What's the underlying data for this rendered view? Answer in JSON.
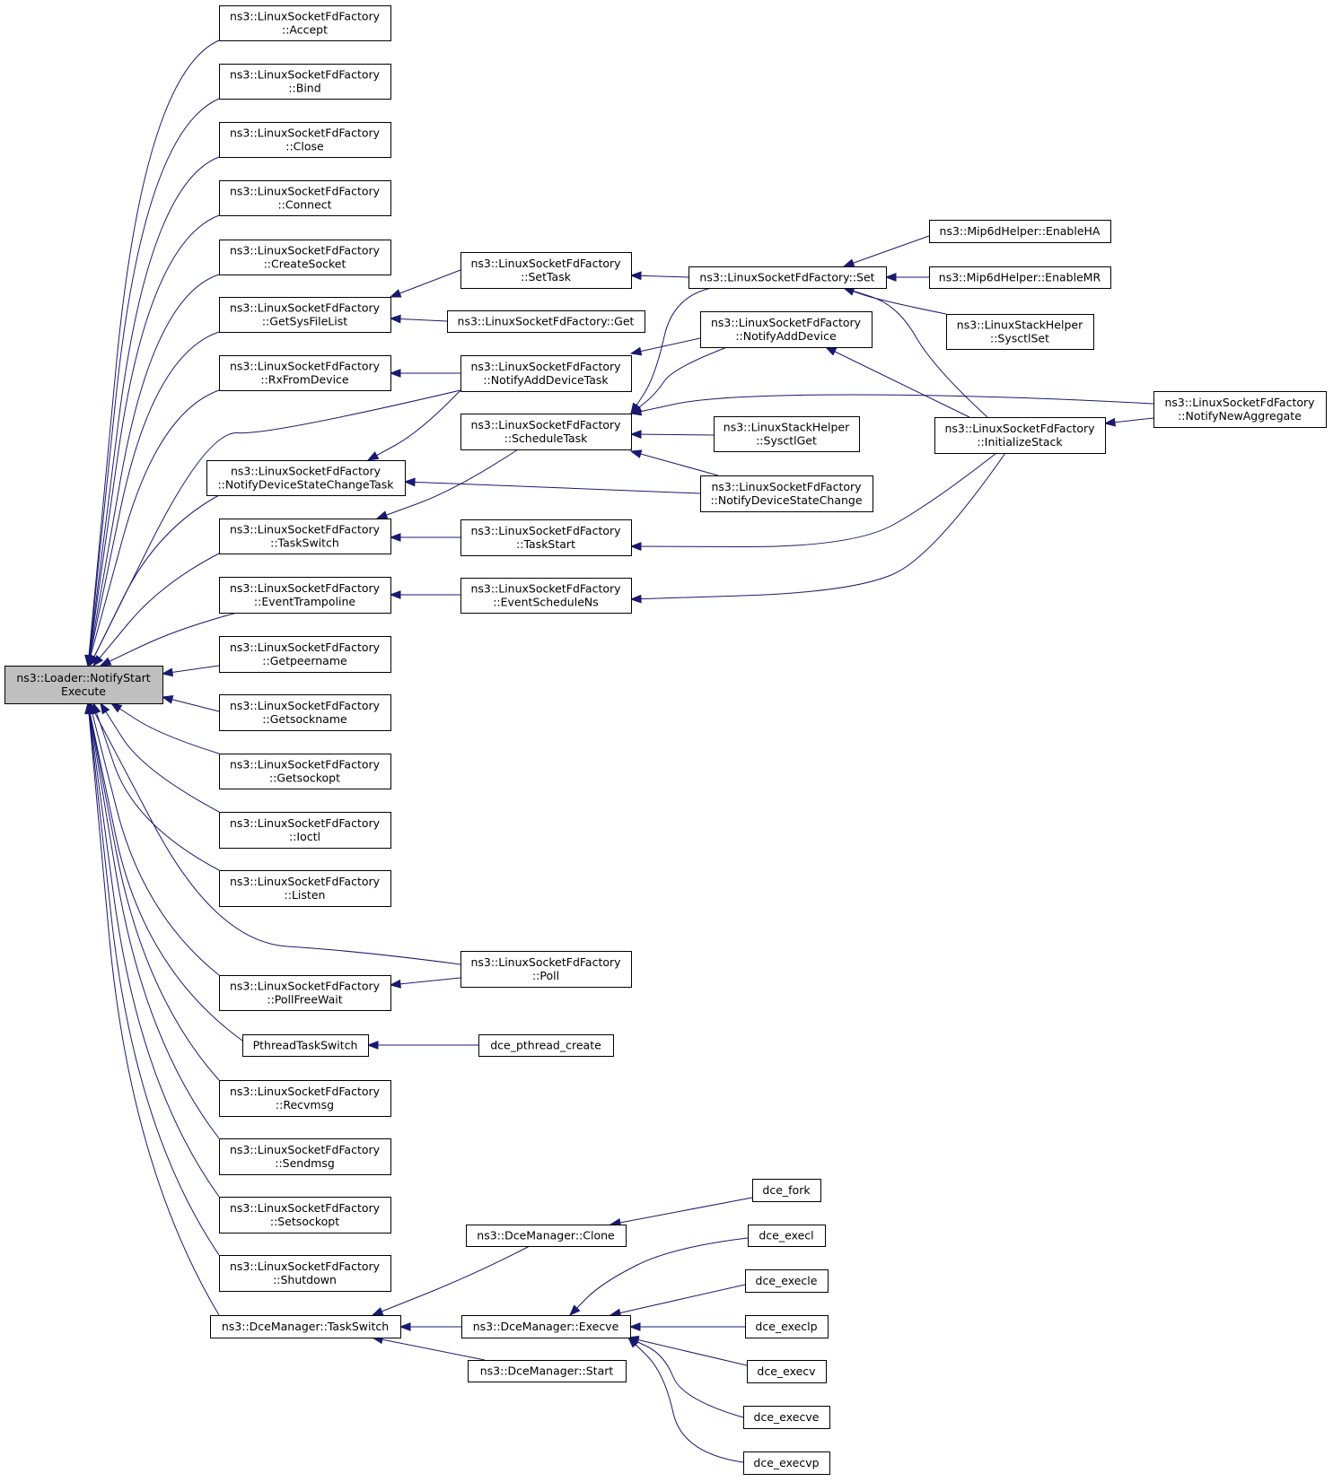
{
  "title": "",
  "nodes": [
    {
      "id": "root",
      "lines": [
        "ns3::Loader::NotifyStart",
        "Execute"
      ],
      "highlight": true
    },
    {
      "id": "accept",
      "lines": [
        "ns3::LinuxSocketFdFactory",
        "::Accept"
      ]
    },
    {
      "id": "bind",
      "lines": [
        "ns3::LinuxSocketFdFactory",
        "::Bind"
      ]
    },
    {
      "id": "close",
      "lines": [
        "ns3::LinuxSocketFdFactory",
        "::Close"
      ]
    },
    {
      "id": "connect",
      "lines": [
        "ns3::LinuxSocketFdFactory",
        "::Connect"
      ]
    },
    {
      "id": "createsocket",
      "lines": [
        "ns3::LinuxSocketFdFactory",
        "::CreateSocket"
      ]
    },
    {
      "id": "getsysfilelist",
      "lines": [
        "ns3::LinuxSocketFdFactory",
        "::GetSysFileList"
      ]
    },
    {
      "id": "rxfromdevice",
      "lines": [
        "ns3::LinuxSocketFdFactory",
        "::RxFromDevice"
      ]
    },
    {
      "id": "notifydevicestatechangetask",
      "lines": [
        "ns3::LinuxSocketFdFactory",
        "::NotifyDeviceStateChangeTask"
      ]
    },
    {
      "id": "taskswitch",
      "lines": [
        "ns3::LinuxSocketFdFactory",
        "::TaskSwitch"
      ]
    },
    {
      "id": "eventtrampoline",
      "lines": [
        "ns3::LinuxSocketFdFactory",
        "::EventTrampoline"
      ]
    },
    {
      "id": "getpeername",
      "lines": [
        "ns3::LinuxSocketFdFactory",
        "::Getpeername"
      ]
    },
    {
      "id": "getsockname",
      "lines": [
        "ns3::LinuxSocketFdFactory",
        "::Getsockname"
      ]
    },
    {
      "id": "getsockopt",
      "lines": [
        "ns3::LinuxSocketFdFactory",
        "::Getsockopt"
      ]
    },
    {
      "id": "ioctl",
      "lines": [
        "ns3::LinuxSocketFdFactory",
        "::Ioctl"
      ]
    },
    {
      "id": "listen",
      "lines": [
        "ns3::LinuxSocketFdFactory",
        "::Listen"
      ]
    },
    {
      "id": "pollfreewait",
      "lines": [
        "ns3::LinuxSocketFdFactory",
        "::PollFreeWait"
      ]
    },
    {
      "id": "pthreadtaskswitch",
      "lines": [
        "PthreadTaskSwitch"
      ]
    },
    {
      "id": "recvmsg",
      "lines": [
        "ns3::LinuxSocketFdFactory",
        "::Recvmsg"
      ]
    },
    {
      "id": "sendmsg",
      "lines": [
        "ns3::LinuxSocketFdFactory",
        "::Sendmsg"
      ]
    },
    {
      "id": "setsockopt",
      "lines": [
        "ns3::LinuxSocketFdFactory",
        "::Setsockopt"
      ]
    },
    {
      "id": "shutdown",
      "lines": [
        "ns3::LinuxSocketFdFactory",
        "::Shutdown"
      ]
    },
    {
      "id": "dcetaskswitch",
      "lines": [
        "ns3::DceManager::TaskSwitch"
      ]
    },
    {
      "id": "settask",
      "lines": [
        "ns3::LinuxSocketFdFactory",
        "::SetTask"
      ]
    },
    {
      "id": "get",
      "lines": [
        "ns3::LinuxSocketFdFactory::Get"
      ]
    },
    {
      "id": "notifyadddevicetask",
      "lines": [
        "ns3::LinuxSocketFdFactory",
        "::NotifyAddDeviceTask"
      ]
    },
    {
      "id": "scheduletask",
      "lines": [
        "ns3::LinuxSocketFdFactory",
        "::ScheduleTask"
      ]
    },
    {
      "id": "taskstart",
      "lines": [
        "ns3::LinuxSocketFdFactory",
        "::TaskStart"
      ]
    },
    {
      "id": "eventschedulens",
      "lines": [
        "ns3::LinuxSocketFdFactory",
        "::EventScheduleNs"
      ]
    },
    {
      "id": "poll",
      "lines": [
        "ns3::LinuxSocketFdFactory",
        "::Poll"
      ]
    },
    {
      "id": "dce_pthread_create",
      "lines": [
        "dce_pthread_create"
      ]
    },
    {
      "id": "clone",
      "lines": [
        "ns3::DceManager::Clone"
      ]
    },
    {
      "id": "execve",
      "lines": [
        "ns3::DceManager::Execve"
      ]
    },
    {
      "id": "start",
      "lines": [
        "ns3::DceManager::Start"
      ]
    },
    {
      "id": "set",
      "lines": [
        "ns3::LinuxSocketFdFactory::Set"
      ]
    },
    {
      "id": "notifyadddevice",
      "lines": [
        "ns3::LinuxSocketFdFactory",
        "::NotifyAddDevice"
      ]
    },
    {
      "id": "sysctlget",
      "lines": [
        "ns3::LinuxStackHelper",
        "::SysctlGet"
      ]
    },
    {
      "id": "notifydevicestatechange",
      "lines": [
        "ns3::LinuxSocketFdFactory",
        "::NotifyDeviceStateChange"
      ]
    },
    {
      "id": "enableha",
      "lines": [
        "ns3::Mip6dHelper::EnableHA"
      ]
    },
    {
      "id": "enablemr",
      "lines": [
        "ns3::Mip6dHelper::EnableMR"
      ]
    },
    {
      "id": "sysctlset",
      "lines": [
        "ns3::LinuxStackHelper",
        "::SysctlSet"
      ]
    },
    {
      "id": "initializestack",
      "lines": [
        "ns3::LinuxSocketFdFactory",
        "::InitializeStack"
      ]
    },
    {
      "id": "notifynewaggregate",
      "lines": [
        "ns3::LinuxSocketFdFactory",
        "::NotifyNewAggregate"
      ]
    },
    {
      "id": "dce_fork",
      "lines": [
        "dce_fork"
      ]
    },
    {
      "id": "dce_execl",
      "lines": [
        "dce_execl"
      ]
    },
    {
      "id": "dce_execle",
      "lines": [
        "dce_execle"
      ]
    },
    {
      "id": "dce_execlp",
      "lines": [
        "dce_execlp"
      ]
    },
    {
      "id": "dce_execv",
      "lines": [
        "dce_execv"
      ]
    },
    {
      "id": "dce_execve",
      "lines": [
        "dce_execve"
      ]
    },
    {
      "id": "dce_execvp",
      "lines": [
        "dce_execvp"
      ]
    }
  ],
  "edges": [
    {
      "from": "accept",
      "to": "root"
    },
    {
      "from": "bind",
      "to": "root"
    },
    {
      "from": "close",
      "to": "root"
    },
    {
      "from": "connect",
      "to": "root"
    },
    {
      "from": "createsocket",
      "to": "root"
    },
    {
      "from": "getsysfilelist",
      "to": "root"
    },
    {
      "from": "rxfromdevice",
      "to": "root"
    },
    {
      "from": "notifyadddevicetask",
      "to": "root"
    },
    {
      "from": "notifydevicestatechangetask",
      "to": "root"
    },
    {
      "from": "taskswitch",
      "to": "root"
    },
    {
      "from": "eventtrampoline",
      "to": "root"
    },
    {
      "from": "getpeername",
      "to": "root"
    },
    {
      "from": "getsockname",
      "to": "root"
    },
    {
      "from": "getsockopt",
      "to": "root"
    },
    {
      "from": "ioctl",
      "to": "root"
    },
    {
      "from": "listen",
      "to": "root"
    },
    {
      "from": "poll",
      "to": "root"
    },
    {
      "from": "pollfreewait",
      "to": "root"
    },
    {
      "from": "pthreadtaskswitch",
      "to": "root"
    },
    {
      "from": "recvmsg",
      "to": "root"
    },
    {
      "from": "sendmsg",
      "to": "root"
    },
    {
      "from": "setsockopt",
      "to": "root"
    },
    {
      "from": "shutdown",
      "to": "root"
    },
    {
      "from": "dcetaskswitch",
      "to": "root"
    },
    {
      "from": "settask",
      "to": "getsysfilelist"
    },
    {
      "from": "get",
      "to": "getsysfilelist"
    },
    {
      "from": "notifyadddevicetask",
      "to": "rxfromdevice"
    },
    {
      "from": "scheduletask",
      "to": "notifydevicestatechangetask"
    },
    {
      "from": "notifydevicestatechange",
      "to": "notifydevicestatechangetask"
    },
    {
      "from": "scheduletask",
      "to": "taskswitch"
    },
    {
      "from": "taskstart",
      "to": "taskswitch"
    },
    {
      "from": "eventschedulens",
      "to": "eventtrampoline"
    },
    {
      "from": "poll",
      "to": "pollfreewait"
    },
    {
      "from": "dce_pthread_create",
      "to": "pthreadtaskswitch"
    },
    {
      "from": "clone",
      "to": "dcetaskswitch"
    },
    {
      "from": "execve",
      "to": "dcetaskswitch"
    },
    {
      "from": "start",
      "to": "dcetaskswitch"
    },
    {
      "from": "set",
      "to": "settask"
    },
    {
      "from": "notifyadddevice",
      "to": "notifyadddevicetask"
    },
    {
      "from": "set",
      "to": "scheduletask"
    },
    {
      "from": "notifyadddevice",
      "to": "scheduletask"
    },
    {
      "from": "notifynewaggregate",
      "to": "scheduletask"
    },
    {
      "from": "sysctlget",
      "to": "scheduletask"
    },
    {
      "from": "notifydevicestatechange",
      "to": "scheduletask"
    },
    {
      "from": "initializestack",
      "to": "taskstart"
    },
    {
      "from": "initializestack",
      "to": "eventschedulens"
    },
    {
      "from": "dce_fork",
      "to": "clone"
    },
    {
      "from": "dce_execl",
      "to": "execve"
    },
    {
      "from": "dce_execle",
      "to": "execve"
    },
    {
      "from": "dce_execlp",
      "to": "execve"
    },
    {
      "from": "dce_execv",
      "to": "execve"
    },
    {
      "from": "dce_execve",
      "to": "execve"
    },
    {
      "from": "dce_execvp",
      "to": "execve"
    },
    {
      "from": "enableha",
      "to": "set"
    },
    {
      "from": "enablemr",
      "to": "set"
    },
    {
      "from": "sysctlset",
      "to": "set"
    },
    {
      "from": "initializestack",
      "to": "set"
    },
    {
      "from": "initializestack",
      "to": "notifyadddevice"
    },
    {
      "from": "notifynewaggregate",
      "to": "initializestack"
    }
  ]
}
